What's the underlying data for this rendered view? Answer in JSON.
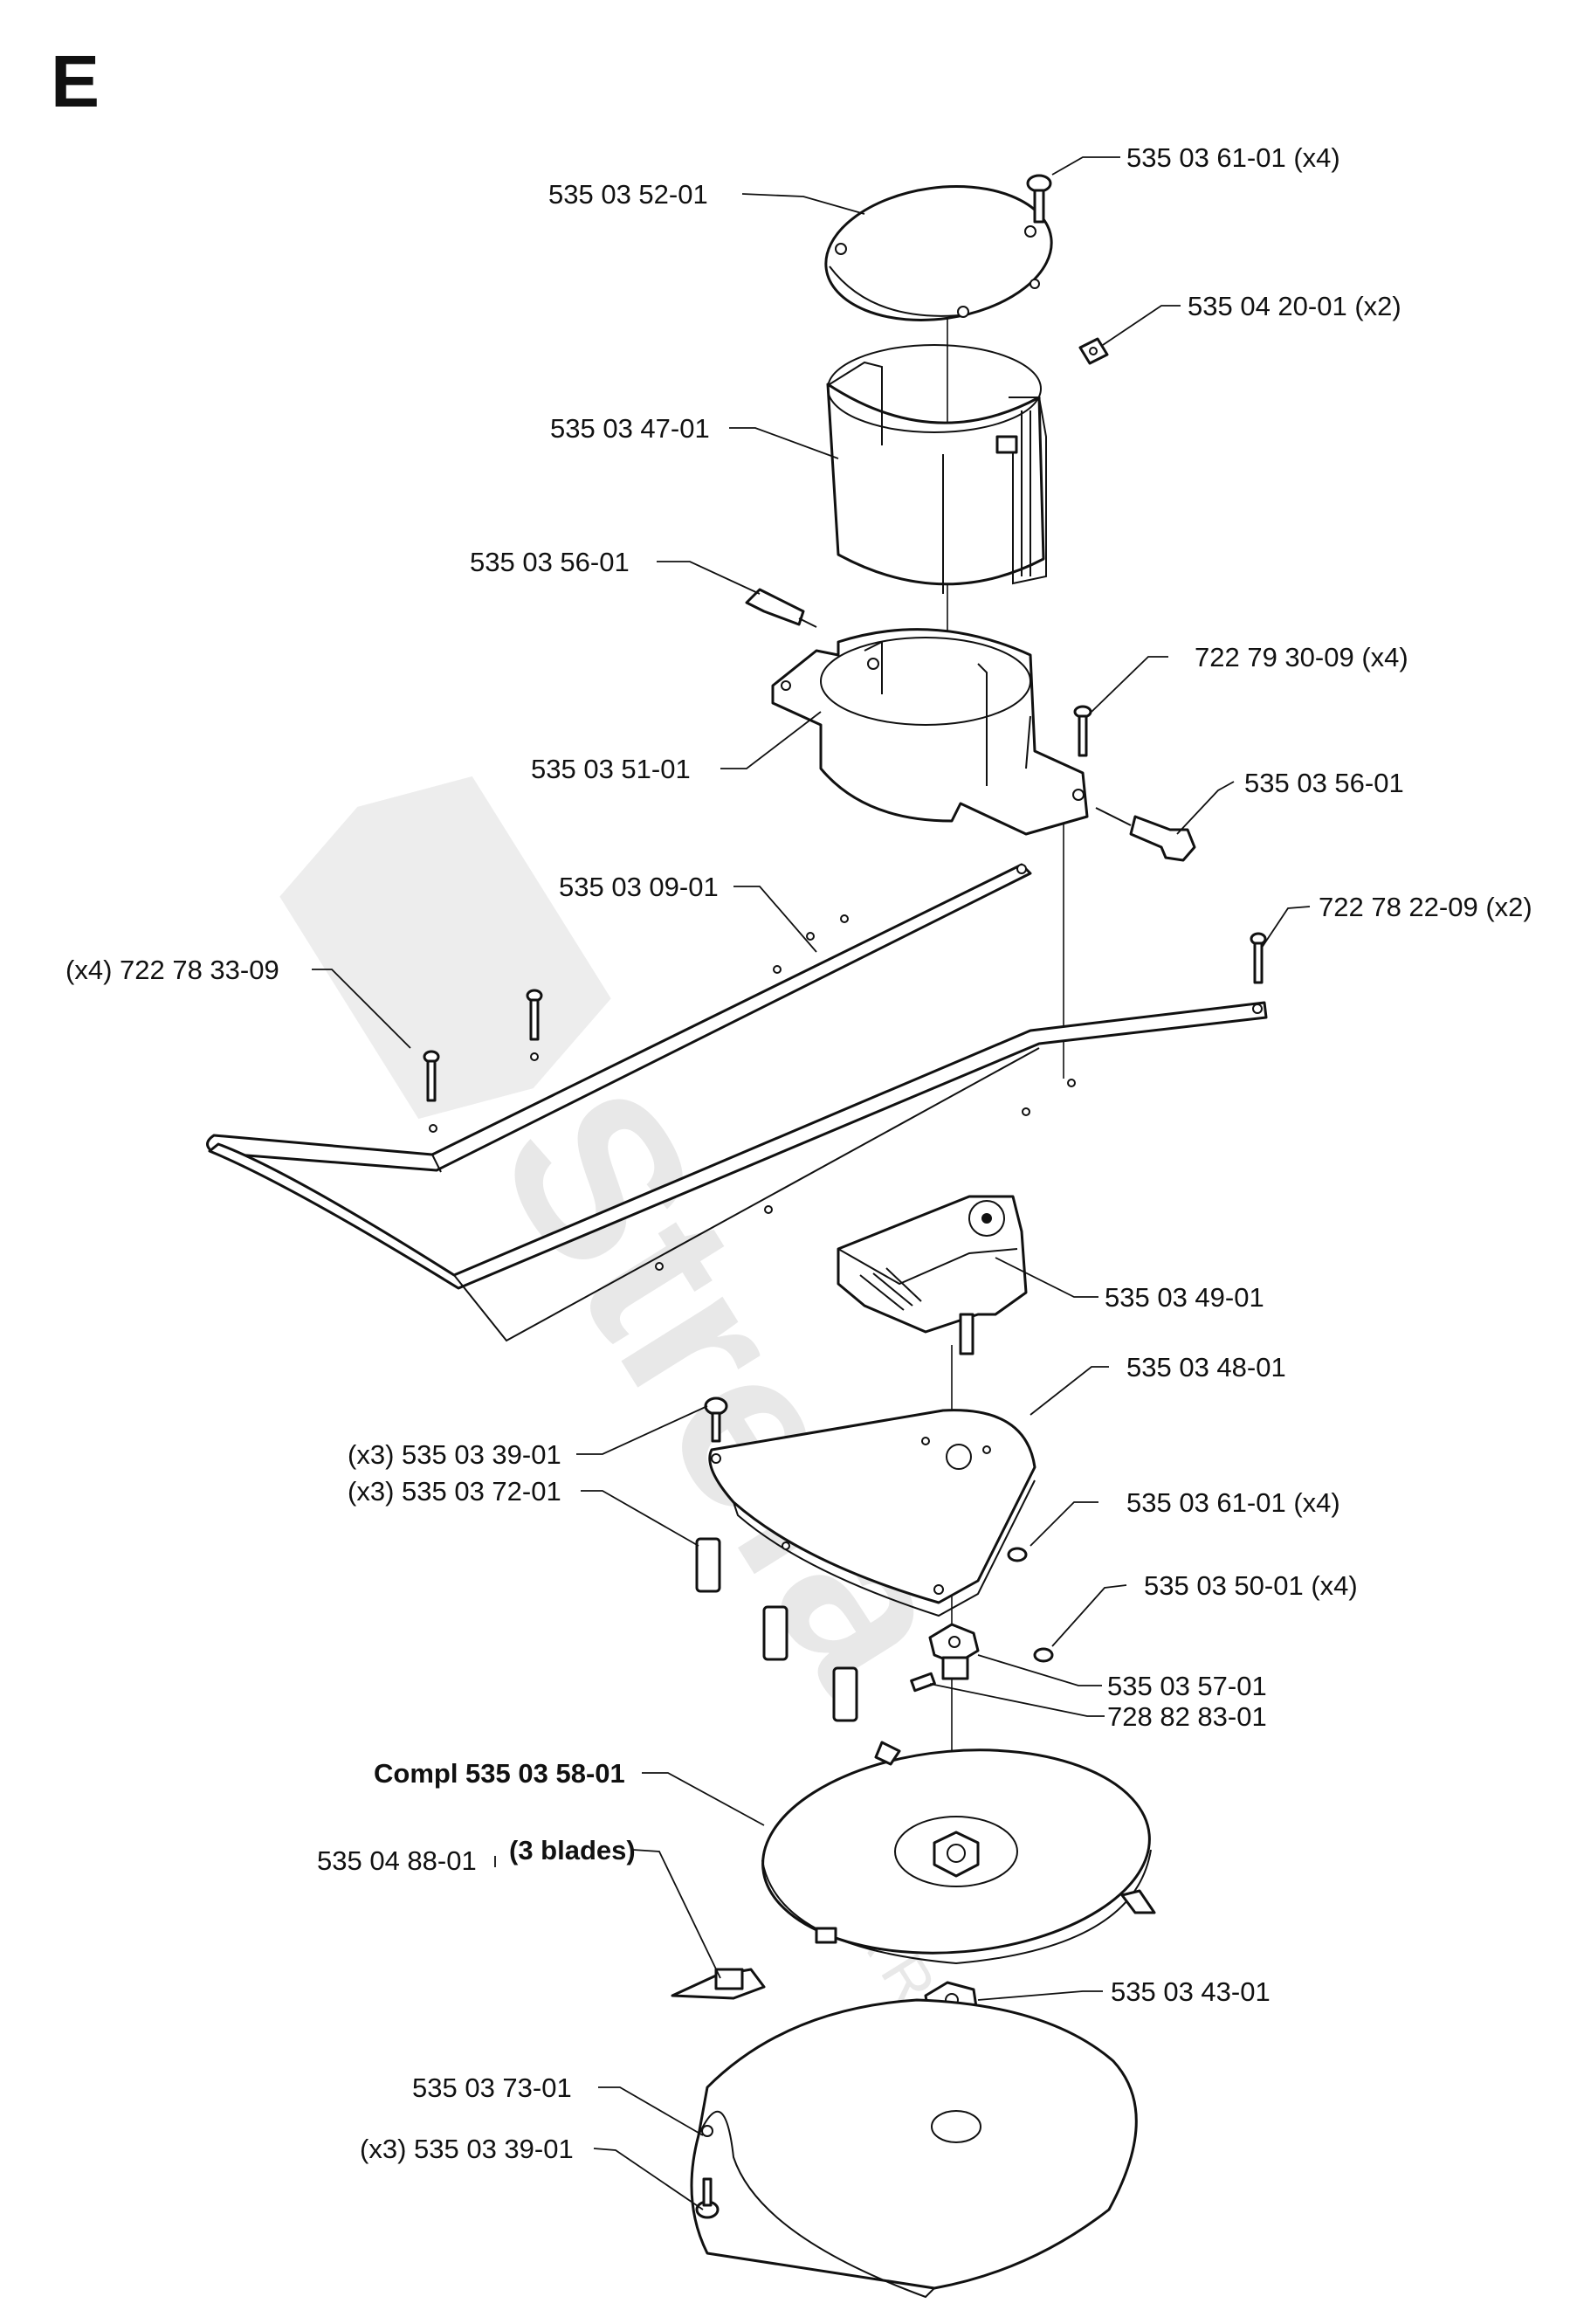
{
  "section": "E",
  "watermark": {
    "brand": "Strefa",
    "sub": "GARDEN"
  },
  "labels": {
    "cover": "535 03 52-01",
    "screw_top": "535 03 61-01 (x4)",
    "nut_top": "535 04 20-01 (x2)",
    "motor_housing": "535 03 47-01",
    "bolt_left": "535 03 56-01",
    "screw_bracket": "722 79 30-09 (x4)",
    "bracket": "535 03 51-01",
    "bolt_right": "535 03 56-01",
    "handle_rod": "535 03 09-01",
    "screw_left_rod": "(x4) 722 78 33-09",
    "screw_right_rod": "722 78 22-09 (x2)",
    "motor": "535 03 49-01",
    "motor_plate": "535 03 48-01",
    "screw_plate": "(x3) 535 03 39-01",
    "spacer": "(x3) 535 03 72-01",
    "screw_plate_right": "535 03 61-01 (x4)",
    "screw_plate_lower": "535 03 50-01 (x4)",
    "hub": "535 03 57-01",
    "set_screw": "728 82 83-01",
    "blade_disc": "Compl 535 03 58-01",
    "blade_part": "535 04 88-01",
    "blade_count": "(3 blades)",
    "nut": "535 03 43-01",
    "guard": "535 03 73-01",
    "screw_guard": "(x3) 535 03 39-01"
  }
}
